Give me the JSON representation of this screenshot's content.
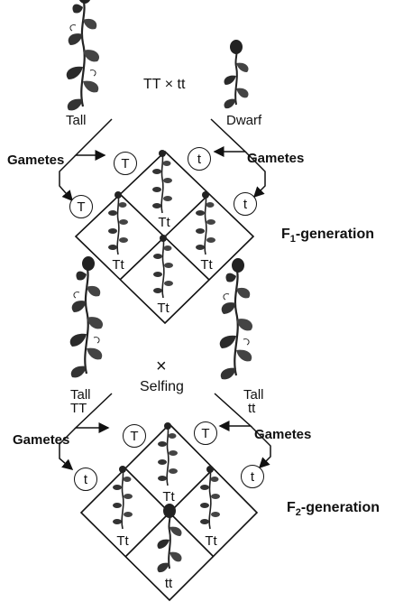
{
  "f1": {
    "parent_left_label": "Tall",
    "parent_right_label": "Dwarf",
    "cross_notation": "TT × tt",
    "gametes_left_label": "Gametes",
    "gametes_right_label": "Gametes",
    "gamete_top_left": "T",
    "gamete_top_right": "t",
    "gamete_side_left": "T",
    "gamete_side_right": "t",
    "offspring_top": "Tt",
    "offspring_left": "Tt",
    "offspring_right": "Tt",
    "offspring_bottom": "Tt",
    "generation_label": "F",
    "generation_sub": "1",
    "generation_suffix": "-generation"
  },
  "f2": {
    "parent_left_label": "Tall",
    "parent_left_genotype": "TT",
    "parent_right_label": "Tall",
    "parent_right_genotype": "tt",
    "cross_symbol": "×",
    "selfing_label": "Selfing",
    "gametes_left_label": "Gametes",
    "gametes_right_label": "Gametes",
    "gamete_top_left": "T",
    "gamete_top_right": "T",
    "gamete_side_left": "t",
    "gamete_side_right": "t",
    "offspring_top": "Tt",
    "offspring_left": "Tt",
    "offspring_right": "Tt",
    "offspring_bottom": "tt",
    "generation_label": "F",
    "generation_sub": "2",
    "generation_suffix": "-generation"
  },
  "icons": {
    "tall_plant": "pea-plant-tall-icon",
    "dwarf_plant": "pea-plant-dwarf-icon",
    "small_plant": "pea-plant-small-icon"
  },
  "colors": {
    "ink": "#111111",
    "background": "#ffffff"
  }
}
